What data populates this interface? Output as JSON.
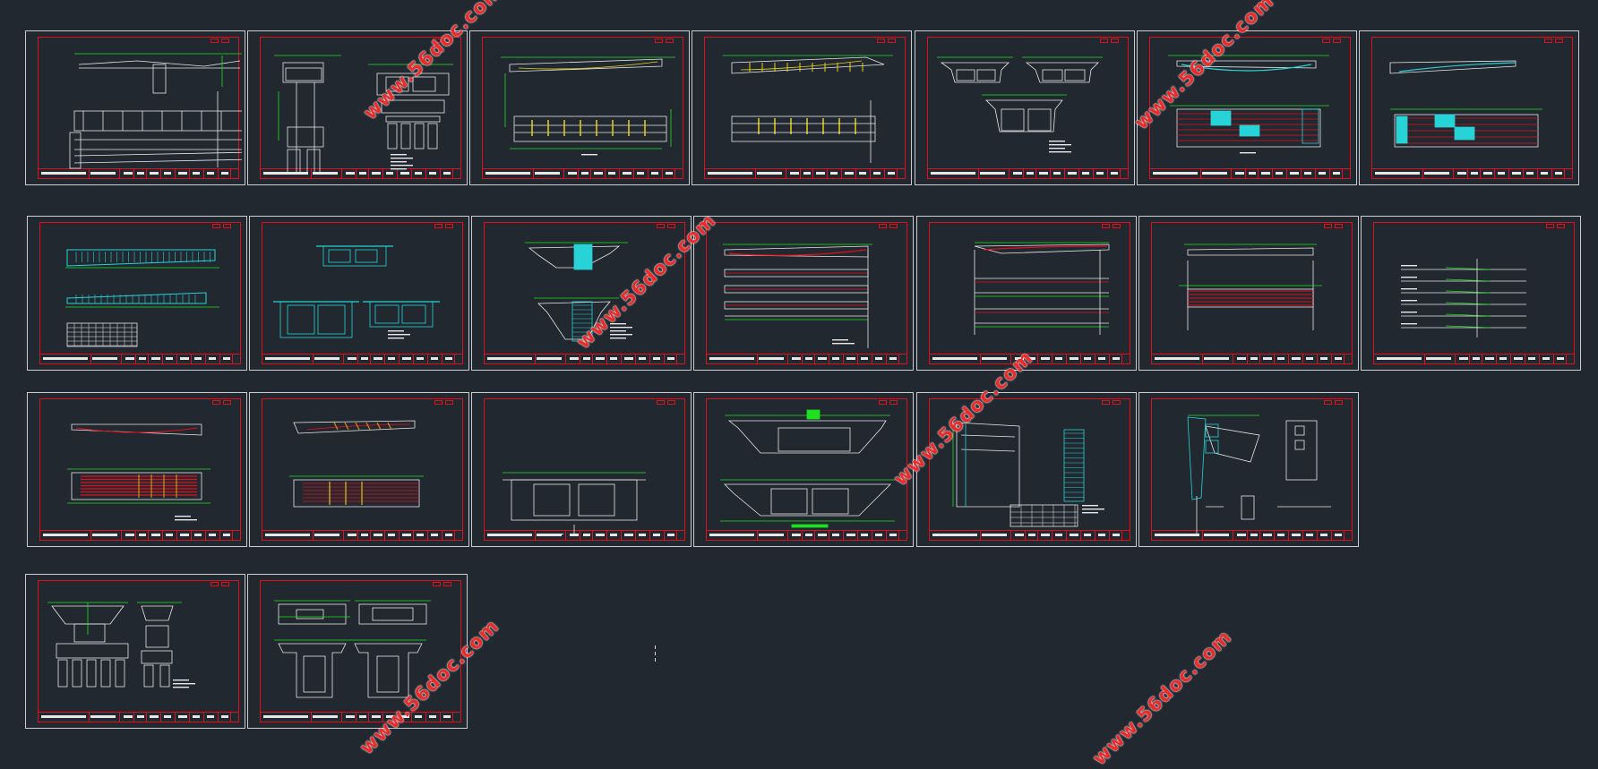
{
  "canvas": {
    "background": "#212830"
  },
  "colors": {
    "sheet_border": "#c9cdd2",
    "frame": "#e0101a",
    "line_white": "#e8e8e8",
    "line_green": "#1fe01f",
    "line_cyan": "#27d3d6",
    "line_yellow": "#e6d21a",
    "line_red": "#e0101a"
  },
  "watermark": {
    "text": "www.56doc.com",
    "color": "#ea2b2b"
  },
  "sheets": [
    {
      "id": "s1",
      "row": 1,
      "content": "pier-elevation"
    },
    {
      "id": "s2",
      "row": 1,
      "content": "cap-piles-section"
    },
    {
      "id": "s3",
      "row": 1,
      "content": "tendon-elevation-yellow"
    },
    {
      "id": "s4",
      "row": 1,
      "content": "tendon-elevation-yellow-2"
    },
    {
      "id": "s5",
      "row": 1,
      "content": "box-girder-sections"
    },
    {
      "id": "s6",
      "row": 1,
      "content": "cyan-tendon-plan"
    },
    {
      "id": "s7",
      "row": 1,
      "content": "cyan-tendon-plan-2"
    },
    {
      "id": "s8",
      "row": 2,
      "content": "cyan-girder-table"
    },
    {
      "id": "s9",
      "row": 2,
      "content": "cyan-sections"
    },
    {
      "id": "s10",
      "row": 2,
      "content": "cyan-detail"
    },
    {
      "id": "s11",
      "row": 2,
      "content": "red-tendon-profiles"
    },
    {
      "id": "s12",
      "row": 2,
      "content": "red-tendon-profiles-2"
    },
    {
      "id": "s13",
      "row": 2,
      "content": "red-plan"
    },
    {
      "id": "s14",
      "row": 2,
      "content": "green-lines"
    },
    {
      "id": "s15",
      "row": 3,
      "content": "red-plan-2"
    },
    {
      "id": "s16",
      "row": 3,
      "content": "orange-profile"
    },
    {
      "id": "s17",
      "row": 3,
      "content": "box-section-green"
    },
    {
      "id": "s18",
      "row": 3,
      "content": "large-box-section"
    },
    {
      "id": "s19",
      "row": 3,
      "content": "rebar-detail-table"
    },
    {
      "id": "s20",
      "row": 3,
      "content": "anchor-detail"
    },
    {
      "id": "s21",
      "row": 4,
      "content": "pier-cap-elevation"
    },
    {
      "id": "s22",
      "row": 4,
      "content": "pier-cap-sections"
    }
  ]
}
